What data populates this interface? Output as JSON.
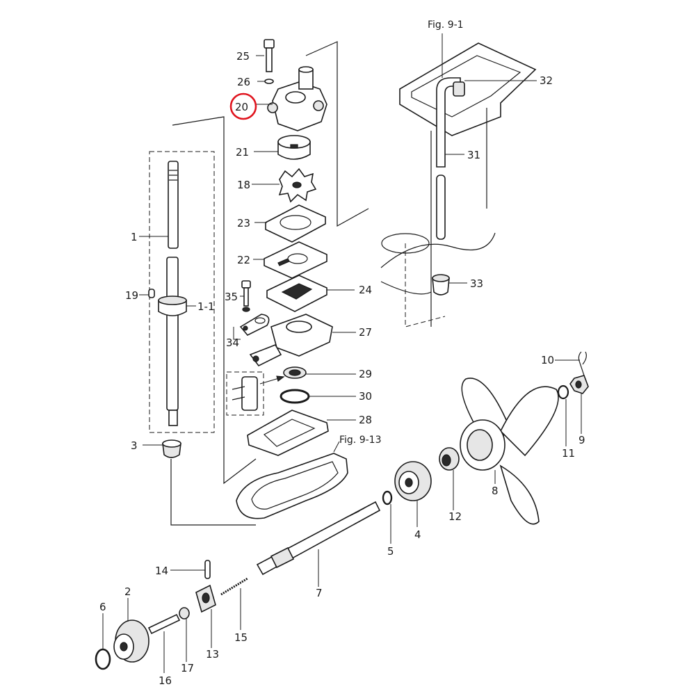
{
  "figure_refs": {
    "top_right": "Fig. 9-1",
    "center": "Fig. 9-13"
  },
  "callouts": {
    "p1": "1",
    "p1_1": "1-1",
    "p2": "2",
    "p3": "3",
    "p4": "4",
    "p5": "5",
    "p6": "6",
    "p7": "7",
    "p8": "8",
    "p9": "9",
    "p10": "10",
    "p11": "11",
    "p12": "12",
    "p13": "13",
    "p14": "14",
    "p15": "15",
    "p16": "16",
    "p17": "17",
    "p18": "18",
    "p19": "19",
    "p20": "20",
    "p21": "21",
    "p22": "22",
    "p23": "23",
    "p24": "24",
    "p25": "25",
    "p26": "26",
    "p27": "27",
    "p28": "28",
    "p29": "29",
    "p30": "30",
    "p31": "31",
    "p32": "32",
    "p33": "33",
    "p34": "34",
    "p35": "35"
  },
  "highlight": {
    "part": "20",
    "color": "#e0141e"
  },
  "colors": {
    "ink": "#1a1a1a",
    "paper": "#ffffff"
  }
}
